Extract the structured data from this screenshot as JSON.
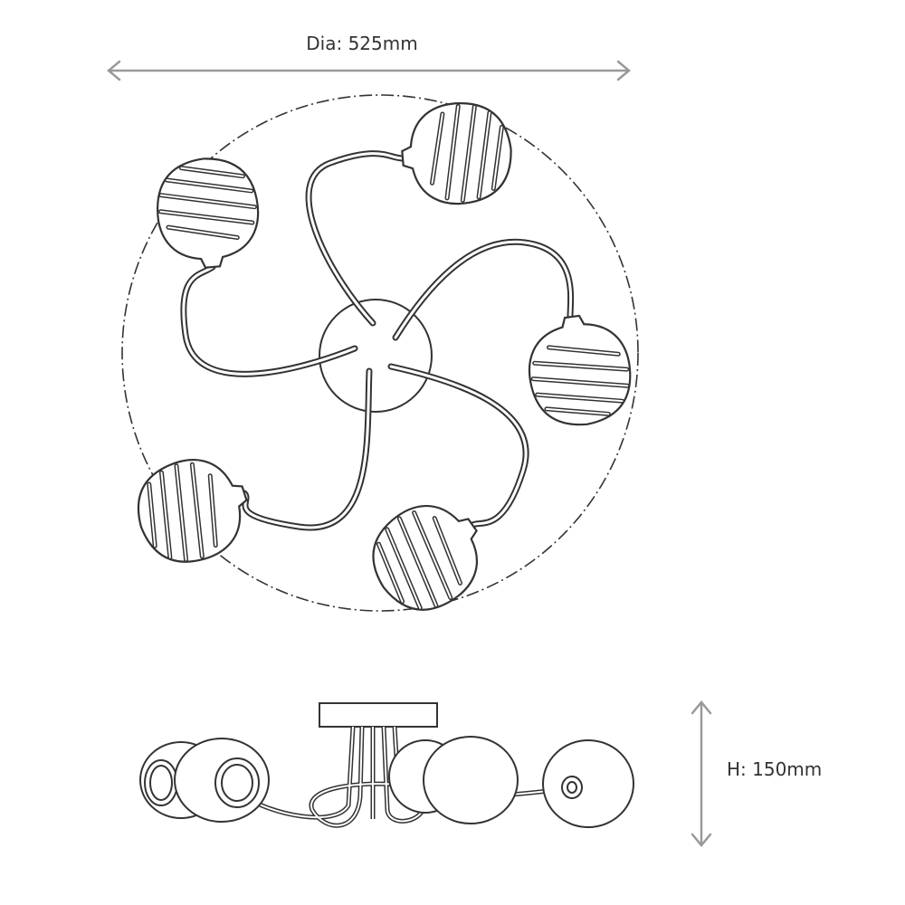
{
  "dimensions": {
    "diameter_label": "Dia: 525mm",
    "height_label": "H: 150mm"
  },
  "colors": {
    "line": "#333333",
    "dimension_arrow": "#999999",
    "background": "#ffffff"
  },
  "fixture": {
    "arm_count": 5
  }
}
